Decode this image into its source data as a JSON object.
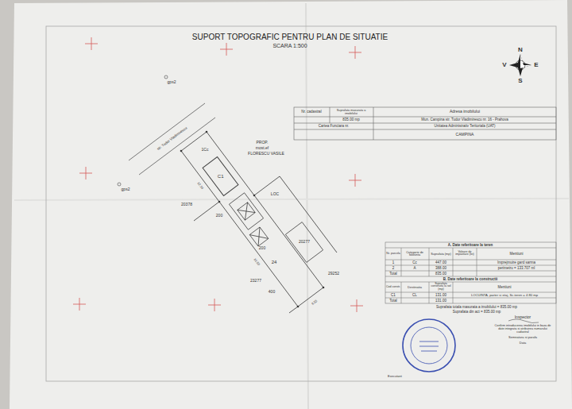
{
  "diagram": {
    "title": "SUPORT TOPOGRAFIC PENTRU PLAN DE SITUATIE",
    "nodes": [
      {
        "text": [
          "C1"
        ]
      }
    ],
    "labels": [
      "SCARA 1:500",
      "N",
      "S",
      "E",
      "V",
      "Nr. cadastral",
      "Suprafata masurata a imobilului",
      "Adresa imobilului",
      "835.00 mp",
      "Mun. Campina str. Tudor Vladimirescu nr. 16 - Prahova",
      "Cartea Funciara nr.",
      "Unitatea Administrativ Teritoriala (UAT)",
      "CAMPINA",
      "gps2",
      "gps2",
      "str. Tudor Vladimirescu",
      "PROP.",
      "most.ef",
      "FLORESCU VASILE",
      "1Cc",
      "20378",
      "200",
      "20277",
      "24",
      "200",
      "23277",
      "29252",
      "400",
      "LOC",
      "12.36",
      "16.50",
      "6.55",
      "A. Date referitoare la teren",
      "Nr. parcela",
      "Categorie de folosinta",
      "Suprafata (mp)",
      "Valoare de impozitare (lei)",
      "Mentiuni",
      "1",
      "Cc",
      "447.00",
      "Imprejmuire gard sarma",
      "2",
      "A",
      "388.00",
      "perimetru = 133.707 ml",
      "Total",
      "835.00",
      "B. Date referitoare la constructii",
      "Cod constr.",
      "Destinatia",
      "Suprafata construita la sol (mp)",
      "Mentiuni",
      "C1",
      "CL",
      "131.00",
      "LOCUINTA, parter si etaj, Sc.teren = 4.80 mp",
      "Total",
      "131.00",
      "Suprafata totala masurata a imobilului = 835.00 mp",
      "Suprafata din act = 835.00 mp",
      "Inspector",
      "Confirm introducerea imobilului in baza de date integrata si atribuirea numarului cadastral",
      "Semnatura si parafa",
      "Data",
      "Executant"
    ]
  }
}
